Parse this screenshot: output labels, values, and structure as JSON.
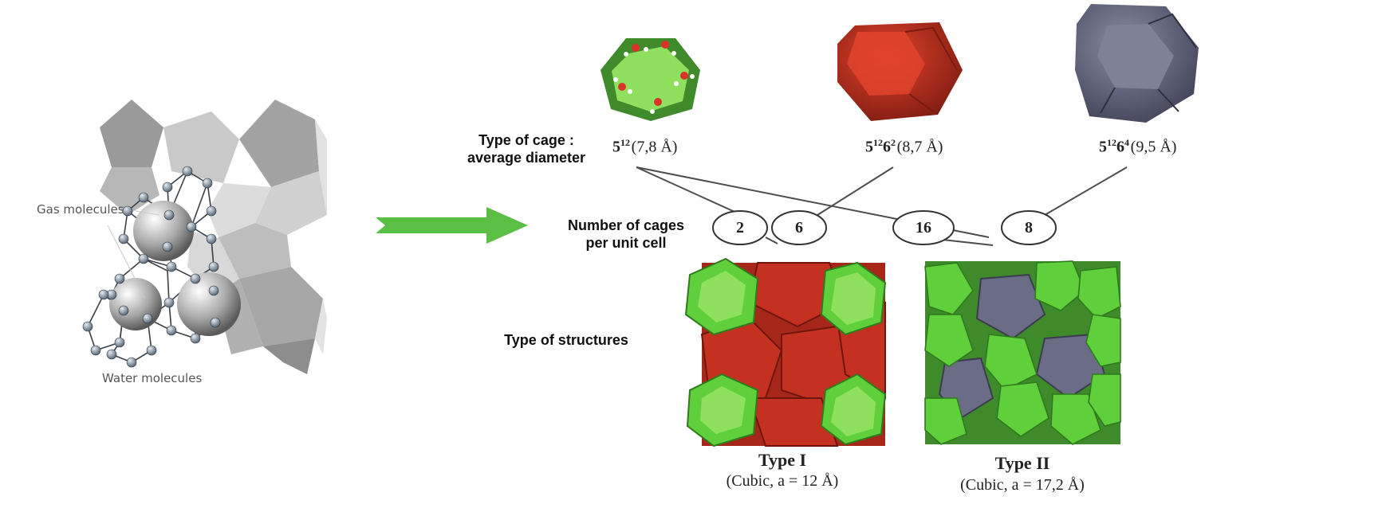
{
  "left_figure": {
    "gas_label": "Gas molecules",
    "water_label": "Water molecules"
  },
  "row_labels": {
    "cage_type_line1": "Type of cage :",
    "cage_type_line2": "average diameter",
    "cages_per_cell_line1": "Number of cages",
    "cages_per_cell_line2": "per unit cell",
    "structures": "Type of structures"
  },
  "cages": [
    {
      "base": "5",
      "exp1": "12",
      "base2": "",
      "exp2": "",
      "diameter": "(7,8 Å)",
      "color": "#3f8a2a"
    },
    {
      "base": "5",
      "exp1": "12",
      "base2": "6",
      "exp2": "2",
      "diameter": "(8,7 Å)",
      "color": "#c43120"
    },
    {
      "base": "5",
      "exp1": "12",
      "base2": "6",
      "exp2": "4",
      "diameter": "(9,5 Å)",
      "color": "#6b6d86"
    }
  ],
  "counts": [
    "2",
    "6",
    "16",
    "8"
  ],
  "structures": [
    {
      "title": "Type I",
      "subtitle": "(Cubic, a = 12 Å)"
    },
    {
      "title": "Type II",
      "subtitle": "(Cubic, a = 17,2 Å)"
    }
  ],
  "colors": {
    "arrow": "#5cbf45",
    "small_cage_green": "#5fd03c",
    "large_cage_red": "#c43120",
    "large_cage_grey": "#6b6d86"
  }
}
